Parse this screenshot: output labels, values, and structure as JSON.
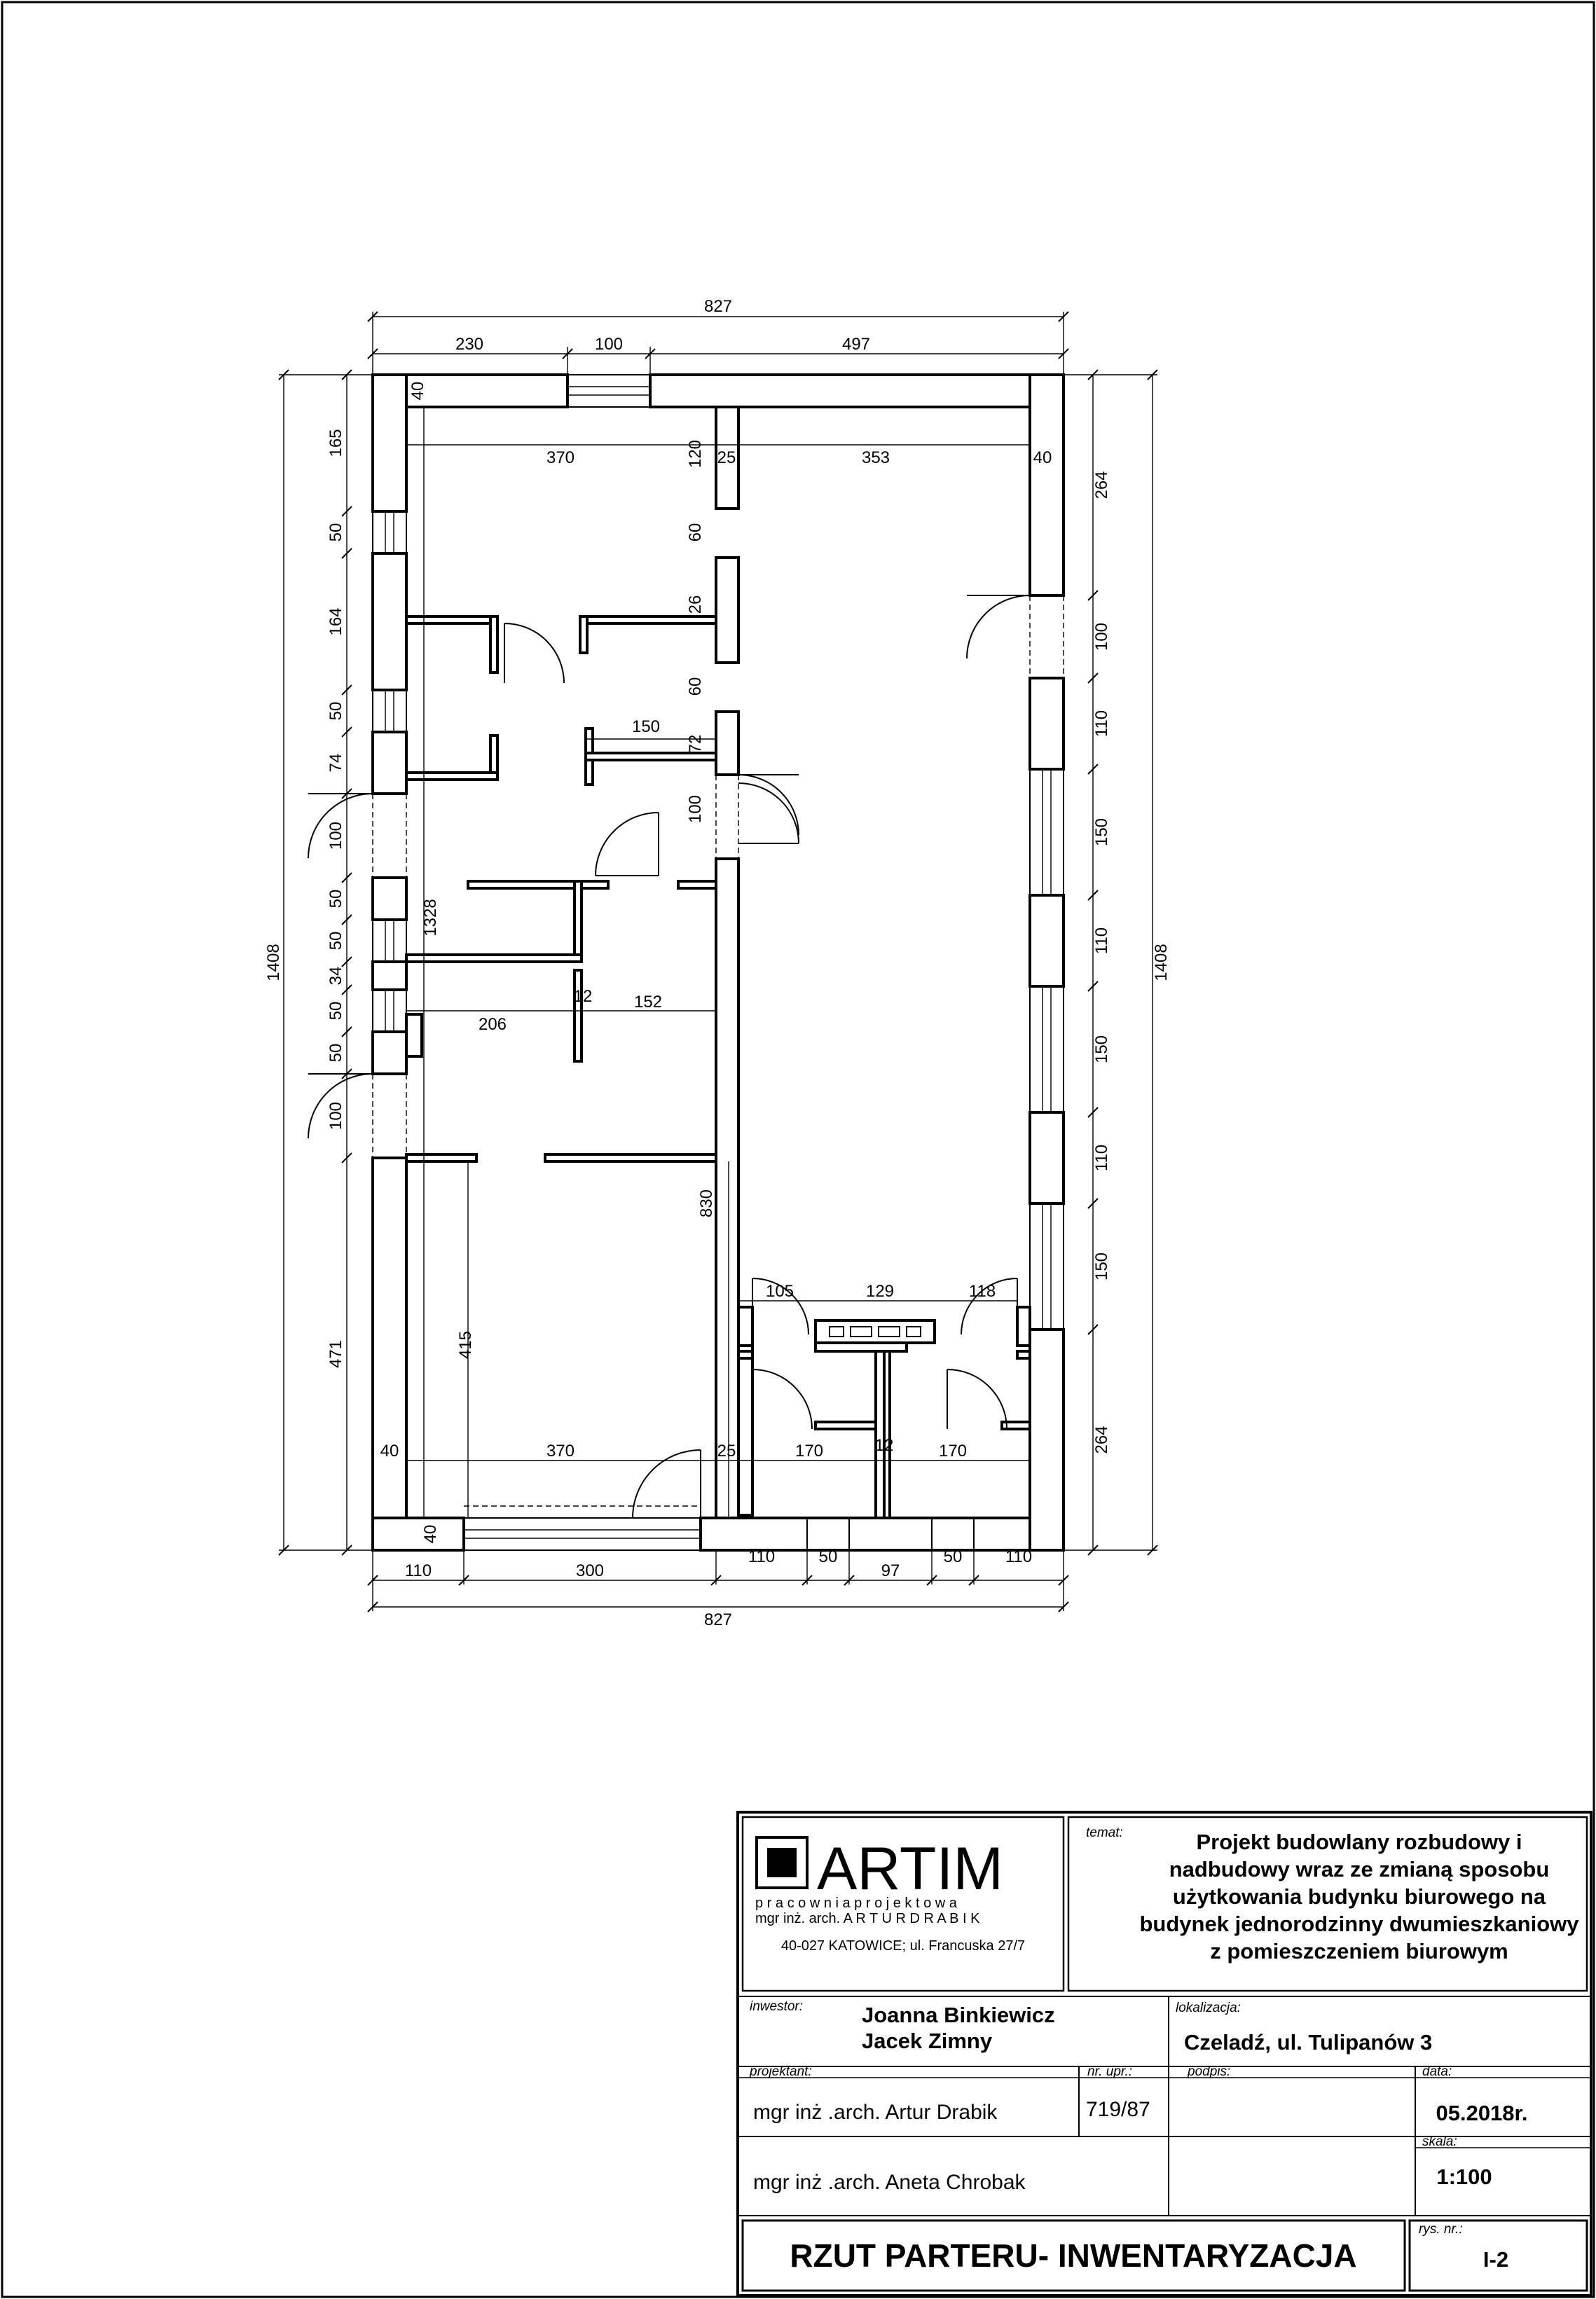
{
  "drawing": {
    "dims_top": {
      "overall": "827",
      "seg_left": "230",
      "seg_window": "100",
      "seg_right": "497"
    },
    "dims_bottom": {
      "overall": "827",
      "seg_a": "110",
      "seg_b": "300",
      "seg_c": "110",
      "seg_d": "50",
      "seg_e": "97",
      "seg_f": "50",
      "seg_g": "110"
    },
    "dims_left_outer": "1408",
    "dims_right_outer": "1408",
    "dims_left_chain": [
      "165",
      "50",
      "164",
      "50",
      "74",
      "100",
      "50",
      "50",
      "34",
      "50",
      "50",
      "100",
      "471"
    ],
    "dims_right_chain": [
      "264",
      "100",
      "110",
      "150",
      "110",
      "150",
      "110",
      "150",
      "264"
    ],
    "interior": {
      "w40_top": "40",
      "d370_top": "370",
      "d120": "120",
      "d25_top": "25",
      "d353": "353",
      "d40_right": "40",
      "d60_a": "60",
      "d26": "26",
      "d60_b": "60",
      "d150": "150",
      "d72": "72",
      "d100_door": "100",
      "d1328": "1328",
      "d206": "206",
      "d12_mid": "12",
      "d152": "152",
      "d830": "830",
      "d415": "415",
      "d105": "105",
      "d129": "129",
      "d118": "118",
      "d40_bottom_left": "40",
      "d370_bottom": "370",
      "d25_bottom": "25",
      "d170_a": "170",
      "d12_bottom": "12",
      "d170_b": "170",
      "d40_bottom_wall": "40"
    }
  },
  "title_block": {
    "logo": {
      "name": "ARTIM",
      "line1": "p r a c o w n i a   p r o j e k t o w a",
      "line2": "mgr inż. arch.  A R T U R   D R A B I K",
      "line3": "40-027 KATOWICE; ul. Francuska 27/7"
    },
    "temat_label": "temat:",
    "temat": [
      "Projekt budowlany rozbudowy i",
      "nadbudowy wraz ze zmianą sposobu",
      "użytkowania budynku biurowego na",
      "budynek jednorodzinny dwumieszkaniowy",
      "z pomieszczeniem biurowym"
    ],
    "inwestor_label": "inwestor:",
    "inwestor": [
      "Joanna Binkiewicz",
      "Jacek Zimny"
    ],
    "lokalizacja_label": "lokalizacja:",
    "lokalizacja": "Czeladź, ul. Tulipanów 3",
    "projektant_label": "projektant:",
    "nr_upr_label": "nr. upr.:",
    "podpis_label": "podpis:",
    "data_label": "data:",
    "projektant_1": "mgr  inż .arch. Artur Drabik",
    "nr_upr": "719/87",
    "data": "05.2018r.",
    "skala_label": "skala:",
    "skala": "1:100",
    "projektant_2": "mgr  inż .arch. Aneta Chrobak",
    "title": "RZUT PARTERU- INWENTARYZACJA",
    "rys_label": "rys. nr.:",
    "rys_nr": "I-2"
  }
}
